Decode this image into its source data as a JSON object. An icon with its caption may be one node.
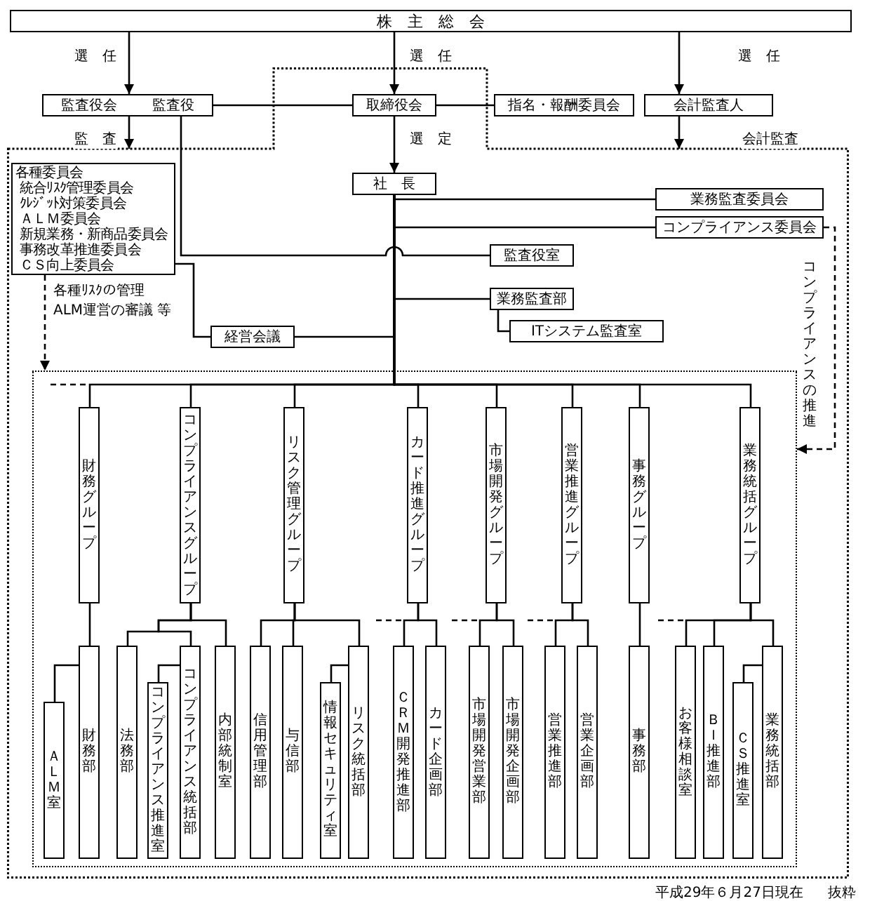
{
  "diagram": {
    "nodes": [
      {
        "text": [
          "株　主　総　会"
        ]
      },
      {
        "text": [
          "監査役会",
          "監査役"
        ]
      },
      {
        "text": [],
        "shape": "box"
      },
      {
        "text": [
          "取締役会"
        ],
        "in": 2
      },
      {
        "text": [
          "指名・報酬委員会"
        ]
      },
      {
        "text": [
          "会計監査人"
        ]
      },
      {
        "text": [
          "社　長"
        ],
        "in": 2
      },
      {
        "text": [
          "各種委員会",
          "統合ﾘｽｸ管理委員会",
          "ｸﾚｼﾞｯﾄ対策委員会",
          "ＡＬＭ委員会",
          "新規業務・新商品委員会",
          "事務改革推進委員会",
          "ＣＳ向上委員会"
        ],
        "beside": [
          "各種ﾘｽｸの管理",
          "ALM運営の審議 等"
        ],
        "in": 2
      },
      {
        "text": [
          "業務監査委員会"
        ],
        "in": 2
      },
      {
        "text": [
          "コンプライアンス委員会"
        ],
        "in": 2
      },
      {
        "text": [
          "監査役室"
        ],
        "in": 2
      },
      {
        "text": [
          "業務監査部"
        ],
        "in": 2
      },
      {
        "text": [
          "経営会議"
        ],
        "in": 2
      },
      {
        "text": [
          "ITシステム監査室"
        ],
        "in": 2
      },
      {
        "text": [],
        "shape": "box",
        "in": 2
      },
      {
        "text": [
          "財務グループ"
        ],
        "in": 14
      },
      {
        "text": [
          "コンプライアンスグループ"
        ],
        "in": 14
      },
      {
        "text": [
          "リスク管理グループ"
        ],
        "in": 14
      },
      {
        "text": [
          "カード推進グループ"
        ],
        "in": 14
      },
      {
        "text": [
          "市場開発グループ"
        ],
        "in": 14
      },
      {
        "text": [
          "営業推進グループ"
        ],
        "in": 14
      },
      {
        "text": [
          "事務グループ"
        ],
        "in": 14
      },
      {
        "text": [
          "業務統括グループ"
        ],
        "in": 14
      },
      {
        "text": [
          "ＡＬＭ室"
        ],
        "in": 14
      },
      {
        "text": [
          "財務部"
        ],
        "in": 14
      },
      {
        "text": [
          "法務部"
        ],
        "in": 14
      },
      {
        "text": [
          "コンプライアンス推進室"
        ],
        "in": 14
      },
      {
        "text": [
          "コンプライアンス統括部"
        ],
        "in": 14
      },
      {
        "text": [
          "内部統制室"
        ],
        "in": 14
      },
      {
        "text": [
          "信用管理部"
        ],
        "in": 14
      },
      {
        "text": [
          "与信部"
        ],
        "in": 14
      },
      {
        "text": [
          "情報セキュリティ室"
        ],
        "in": 14
      },
      {
        "text": [
          "リスク統括部"
        ],
        "in": 14
      },
      {
        "text": [
          "ＣＲＭ開発推進部"
        ],
        "in": 14
      },
      {
        "text": [
          "カード企画部"
        ],
        "in": 14
      },
      {
        "text": [
          "市場開発営業部"
        ],
        "in": 14
      },
      {
        "text": [
          "市場開発企画部"
        ],
        "in": 14
      },
      {
        "text": [
          "営業推進部"
        ],
        "in": 14
      },
      {
        "text": [
          "営業企画部"
        ],
        "in": 14
      },
      {
        "text": [
          "事務部"
        ],
        "in": 14
      },
      {
        "text": [
          "お客様相談室"
        ],
        "in": 14
      },
      {
        "text": [
          "ＢＩ推進部"
        ],
        "in": 14
      },
      {
        "text": [
          "ＣＳ推進室"
        ],
        "in": 14
      },
      {
        "text": [
          "業務統括部"
        ],
        "in": 14
      }
    ],
    "edges": [
      {
        "from": 0,
        "to": 1,
        "arrow": "to",
        "label": "選　任"
      },
      {
        "from": 0,
        "to": 3,
        "arrow": "to",
        "label": "選　任"
      },
      {
        "from": 0,
        "to": 5,
        "arrow": "to",
        "label": "選　任"
      },
      {
        "from": 1,
        "to": 2,
        "arrow": "to",
        "label": "監　査"
      },
      {
        "from": 1,
        "to": 3,
        "arrow": "none"
      },
      {
        "from": 3,
        "to": 4,
        "arrow": "none"
      },
      {
        "from": 5,
        "to": 2,
        "arrow": "to",
        "label": "会計監査"
      },
      {
        "from": 3,
        "to": 6,
        "arrow": "to",
        "label": "選　定"
      },
      {
        "from": 6,
        "to": 8,
        "arrow": "none"
      },
      {
        "from": 6,
        "to": 9,
        "arrow": "none"
      },
      {
        "from": 1,
        "to": 10,
        "arrow": "none"
      },
      {
        "from": 6,
        "to": 11,
        "arrow": "none"
      },
      {
        "from": 11,
        "to": 13,
        "arrow": "none"
      },
      {
        "from": 7,
        "to": 12,
        "arrow": "none"
      },
      {
        "from": 6,
        "to": 12,
        "arrow": "none"
      },
      {
        "from": 7,
        "to": 14,
        "arrow": "to",
        "style": "dashed"
      },
      {
        "from": 9,
        "to": 14,
        "arrow": "to",
        "style": "dashed",
        "label": "コンプライアンスの推進"
      },
      {
        "from": 6,
        "to": 15,
        "arrow": "none"
      },
      {
        "from": 6,
        "to": 16,
        "arrow": "none"
      },
      {
        "from": 6,
        "to": 17,
        "arrow": "none"
      },
      {
        "from": 6,
        "to": 18,
        "arrow": "none"
      },
      {
        "from": 6,
        "to": 19,
        "arrow": "none"
      },
      {
        "from": 6,
        "to": 20,
        "arrow": "none"
      },
      {
        "from": 6,
        "to": 21,
        "arrow": "none"
      },
      {
        "from": 6,
        "to": 22,
        "arrow": "none"
      },
      {
        "from": 15,
        "to": 24,
        "arrow": "none"
      },
      {
        "from": 24,
        "to": 23,
        "arrow": "none"
      },
      {
        "from": 16,
        "to": 25,
        "arrow": "none"
      },
      {
        "from": 16,
        "to": 27,
        "arrow": "none"
      },
      {
        "from": 16,
        "to": 28,
        "arrow": "none"
      },
      {
        "from": 27,
        "to": 26,
        "arrow": "none"
      },
      {
        "from": 17,
        "to": 29,
        "arrow": "none"
      },
      {
        "from": 17,
        "to": 30,
        "arrow": "none"
      },
      {
        "from": 17,
        "to": 32,
        "arrow": "none"
      },
      {
        "from": 32,
        "to": 31,
        "arrow": "none"
      },
      {
        "from": 18,
        "to": 33,
        "arrow": "none"
      },
      {
        "from": 18,
        "to": 34,
        "arrow": "none"
      },
      {
        "from": 19,
        "to": 35,
        "arrow": "none"
      },
      {
        "from": 19,
        "to": 36,
        "arrow": "none"
      },
      {
        "from": 20,
        "to": 37,
        "arrow": "none"
      },
      {
        "from": 20,
        "to": 38,
        "arrow": "none"
      },
      {
        "from": 21,
        "to": 39,
        "arrow": "none"
      },
      {
        "from": 22,
        "to": 40,
        "arrow": "none"
      },
      {
        "from": 22,
        "to": 41,
        "arrow": "none"
      },
      {
        "from": 22,
        "to": 43,
        "arrow": "none"
      },
      {
        "from": 43,
        "to": 42,
        "arrow": "none"
      }
    ],
    "labels": [
      "平成29年６月27日現在",
      "抜粋"
    ]
  }
}
